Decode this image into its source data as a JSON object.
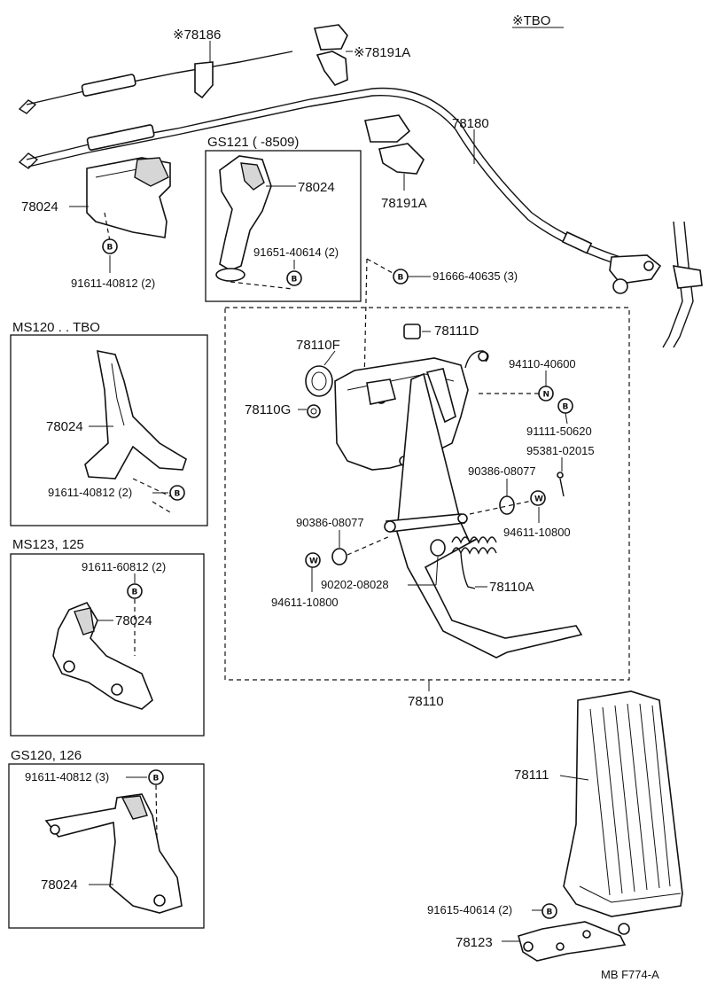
{
  "notes": {
    "tbo": "※TBO",
    "footer": "MB  F774-A"
  },
  "symbols": {
    "bolt": "B",
    "nut": "N",
    "washer": "W"
  },
  "boxes": {
    "gs121": "GS121 (      -8509)",
    "ms120": "MS120 . . TBO",
    "ms123": "MS123, 125",
    "gs120": "GS120, 126"
  },
  "labels": {
    "cable_clamp_78186": "※78186",
    "clamp_78191A_top": "※78191A",
    "cable_78180": "78180",
    "clamp_78191A": "78191A",
    "bracket_78024_main": "78024",
    "bolt_91611_40812": "91611-40812 (2)",
    "bracket_78024_gs121": "78024",
    "bolt_91651_40614": "91651-40614 (2)",
    "bolt_91666_40635": "91666-40635 (3)",
    "bracket_78024_ms120": "78024",
    "bolt_91611_40812_ms120": "91611-40812 (2)",
    "bolt_91611_60812": "91611-60812 (2)",
    "bracket_78024_ms123": "78024",
    "bolt_91611_40812_gs120": "91611-40812 (3)",
    "bracket_78024_gs120": "78024",
    "part_78110F": "78110F",
    "part_78111D": "78111D",
    "part_78110G": "78110G",
    "nut_94110_40600": "94110-40600",
    "bolt_91111_50620": "91111-50620",
    "pin_95381_02015": "95381-02015",
    "bush_90386_08077_r": "90386-08077",
    "washer_94611_10800_r": "94611-10800",
    "bush_90386_08077_l": "90386-08077",
    "washer_94611_10800_l": "94611-10800",
    "washer_90202_08028": "90202-08028",
    "spring_78110A": "78110A",
    "pedal_78110": "78110",
    "pad_78111": "78111",
    "bolt_91615_40614": "91615-40614 (2)",
    "bracket_78123": "78123"
  }
}
